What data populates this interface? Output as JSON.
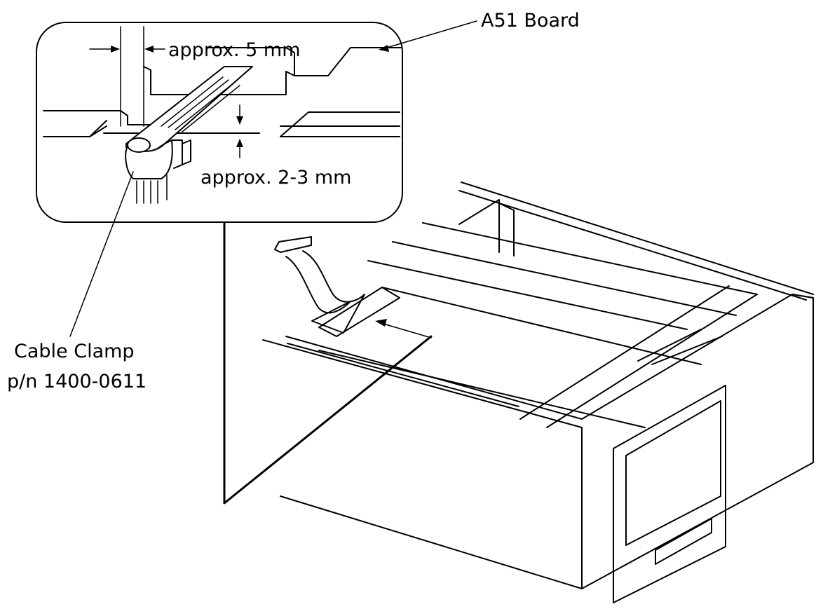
{
  "labels": {
    "board": "A51 Board",
    "gap_horizontal": "approx. 5 mm",
    "gap_vertical": "approx. 2-3 mm",
    "clamp_name": "Cable Clamp",
    "clamp_part": "p/n 1400-0611"
  }
}
